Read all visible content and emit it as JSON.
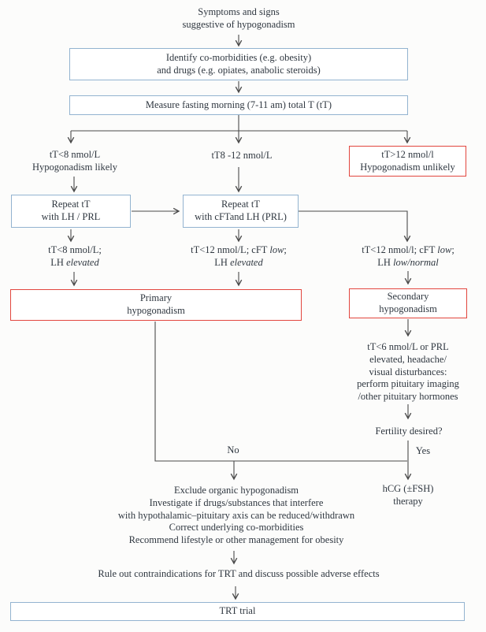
{
  "figure": {
    "type": "flowchart",
    "topic": "Diagnostic algorithm for suspected male hypogonadism"
  },
  "colors": {
    "blue_border": "#93b3d0",
    "red_border": "#e2463e",
    "line_color": "#4a4a4a",
    "text_color": "#2f3740",
    "page_bg": "#fcfcfb",
    "box_fill": "#ffffff"
  },
  "nodes": {
    "start": {
      "lines": [
        "Symptoms and signs",
        "suggestive of hypogonadism"
      ]
    },
    "identify_box": {
      "lines": [
        "Identify co-morbidities (e.g. obesity)",
        "and drugs (e.g. opiates, anabolic steroids)"
      ]
    },
    "measure_box": {
      "lines": [
        "Measure fasting morning (7-11 am) total T (tT)"
      ]
    },
    "branch_low": {
      "lines": [
        "tT<8 nmol/L",
        "Hypogonadism likely"
      ]
    },
    "branch_mid": {
      "lines": [
        "tT8 -12 nmol/L"
      ]
    },
    "branch_high_box": {
      "lines": [
        "tT>12 nmol/l",
        "Hypogonadism unlikely"
      ]
    },
    "repeat_lh_box": {
      "lines": [
        "Repeat tT",
        "with LH / PRL"
      ]
    },
    "repeat_cft_box": {
      "lines": [
        "Repeat tT",
        "with cFTand LH (PRL)"
      ]
    },
    "result_left": {
      "lines": [
        "tT<8 nmol/L;",
        [
          {
            "t": "LH "
          },
          {
            "t": "elevated",
            "i": true
          }
        ]
      ]
    },
    "result_mid": {
      "lines": [
        [
          {
            "t": "tT<12 nmol/L; cFT "
          },
          {
            "t": "low",
            "i": true
          },
          {
            "t": ";"
          }
        ],
        [
          {
            "t": "LH "
          },
          {
            "t": "elevated",
            "i": true
          }
        ]
      ]
    },
    "result_right": {
      "lines": [
        [
          {
            "t": "tT<12 nmol/l; cFT "
          },
          {
            "t": "low",
            "i": true
          },
          {
            "t": ";"
          }
        ],
        [
          {
            "t": "LH "
          },
          {
            "t": "low/normal",
            "i": true
          }
        ]
      ]
    },
    "primary_box": {
      "lines": [
        "Primary",
        "hypogonadism"
      ]
    },
    "secondary_box": {
      "lines": [
        "Secondary",
        "hypogonadism"
      ]
    },
    "pituitary_note": {
      "lines": [
        "tT<6 nmol/L or PRL",
        "elevated, headache/",
        "visual disturbances:",
        "perform pituitary imaging",
        "/other pituitary hormones"
      ]
    },
    "fertility": {
      "lines": [
        "Fertility desired?"
      ]
    },
    "exclude_note": {
      "lines": [
        "Exclude organic hypogonadism",
        "Investigate if drugs/substances that interfere",
        "with hypothalamic–pituitary axis can be reduced/withdrawn",
        "Correct underlying co-morbidities",
        "Recommend lifestyle or other management for obesity"
      ]
    },
    "hcg": {
      "lines": [
        "hCG (±FSH)",
        "therapy"
      ]
    },
    "rule_out": {
      "lines": [
        "Rule out contraindications for TRT and discuss possible adverse effects"
      ]
    },
    "trt_box": {
      "lines": [
        "TRT trial"
      ]
    }
  },
  "edge_labels": {
    "no": "No",
    "yes": "Yes"
  }
}
